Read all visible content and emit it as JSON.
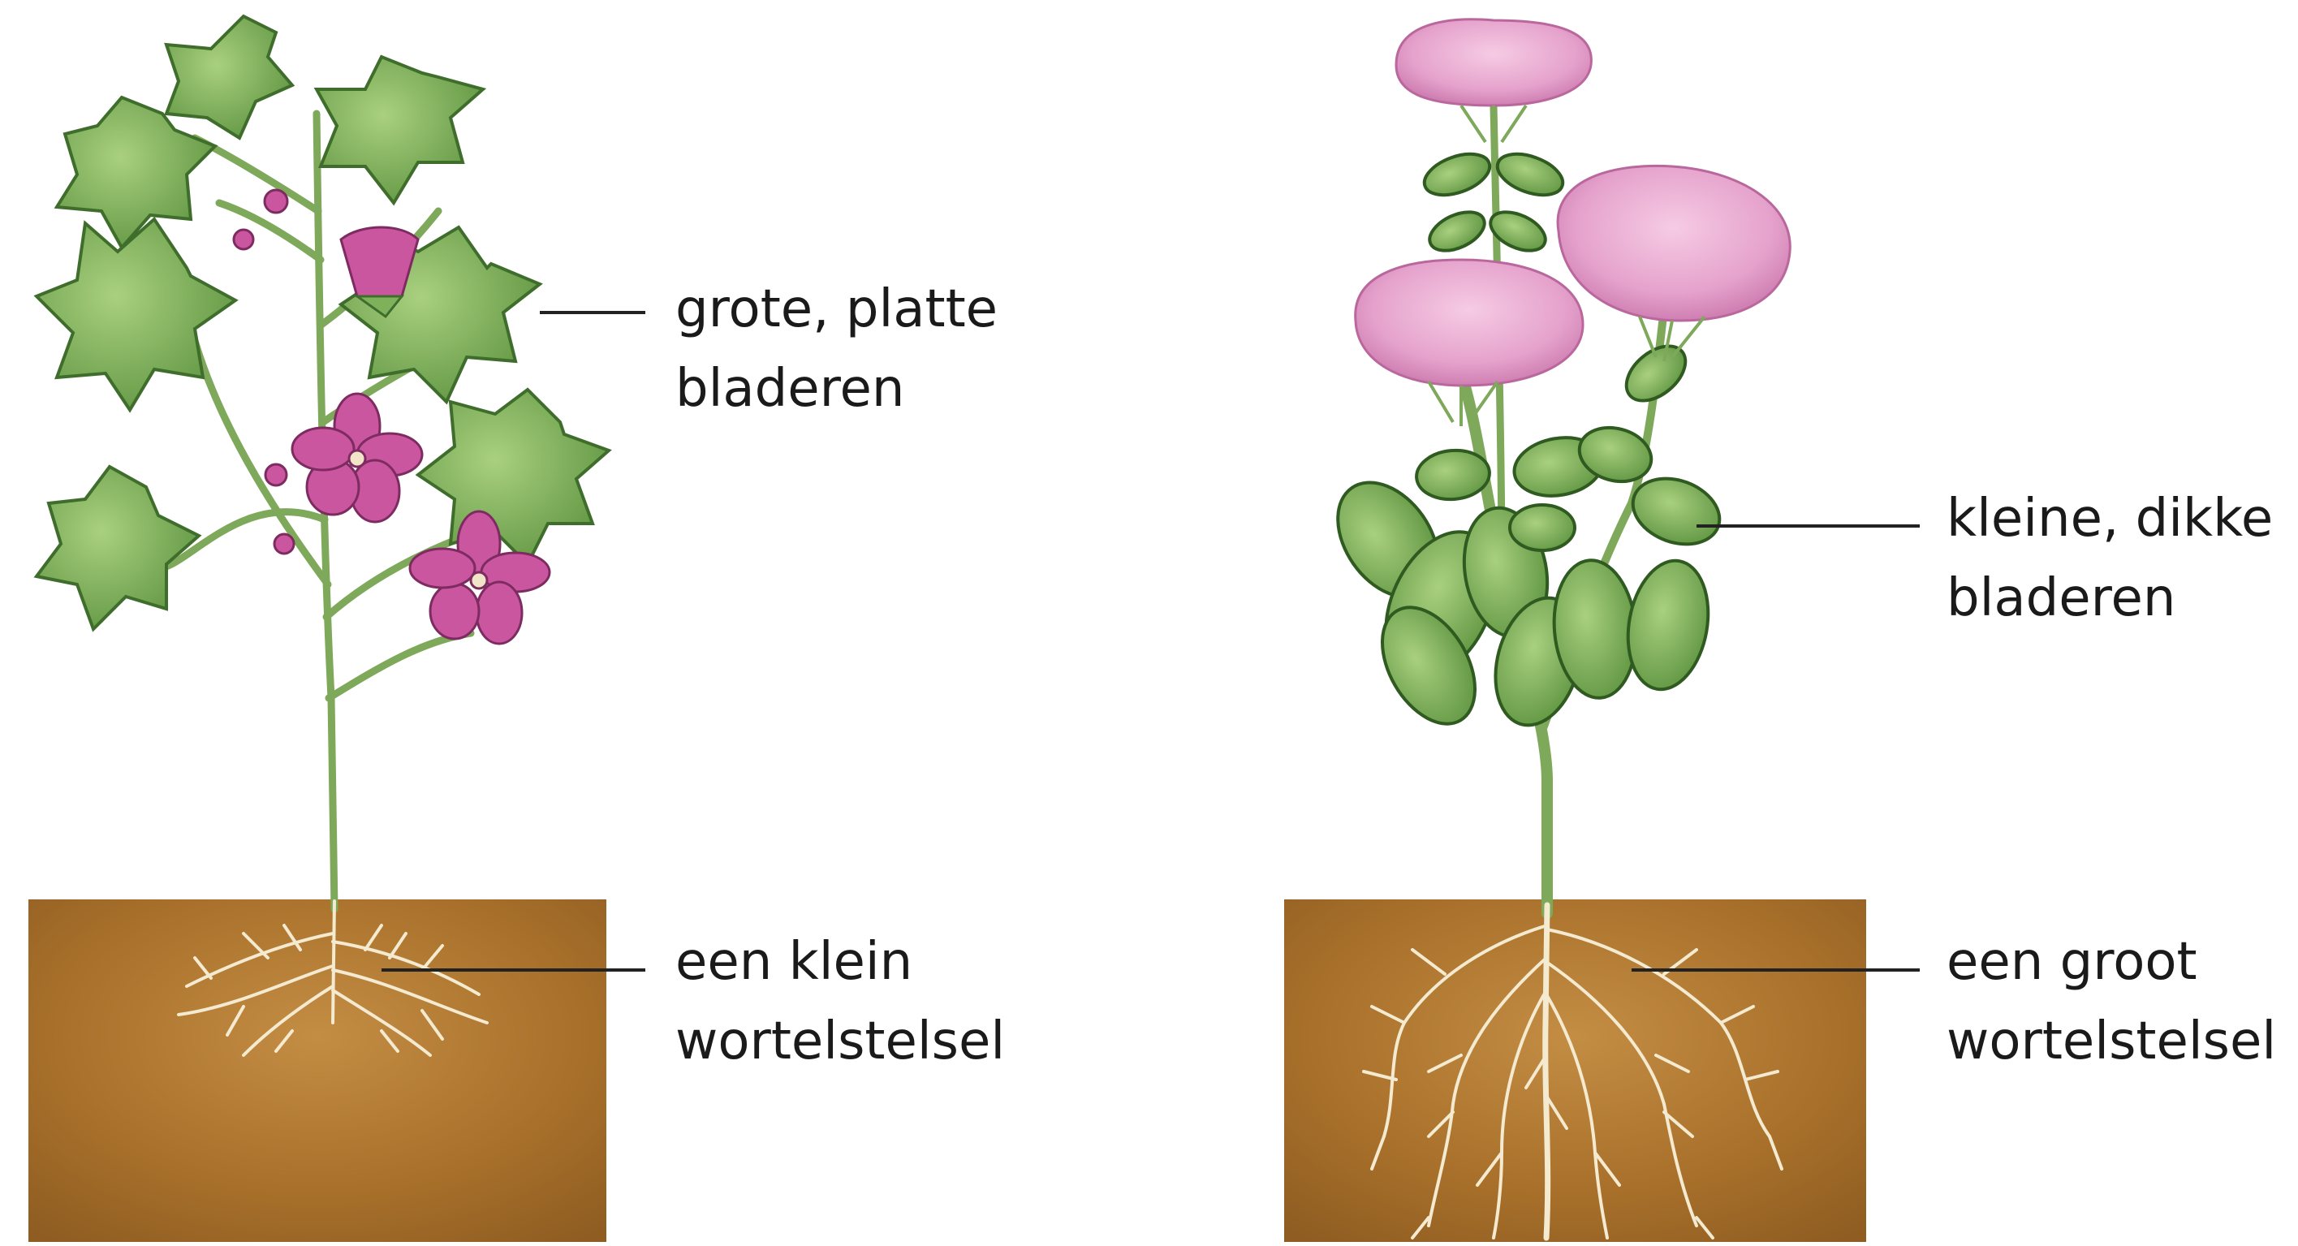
{
  "labels": {
    "left_leaves": [
      "grote, platte",
      "bladeren"
    ],
    "left_roots": [
      "een klein",
      "wortelstelsel"
    ],
    "right_leaves": [
      "kleine, dikke",
      "bladeren"
    ],
    "right_roots": [
      "een groot",
      "wortelstelsel"
    ]
  },
  "colors": {
    "soil": "#a8702a",
    "leaf": "#7fb05a",
    "leaf_dark": "#3f6e2c",
    "stem": "#9cc27a",
    "flower_left": "#c9569e",
    "flower_right": "#e9a9d2",
    "root": "#f3ead0",
    "text": "#1a1a1a"
  }
}
